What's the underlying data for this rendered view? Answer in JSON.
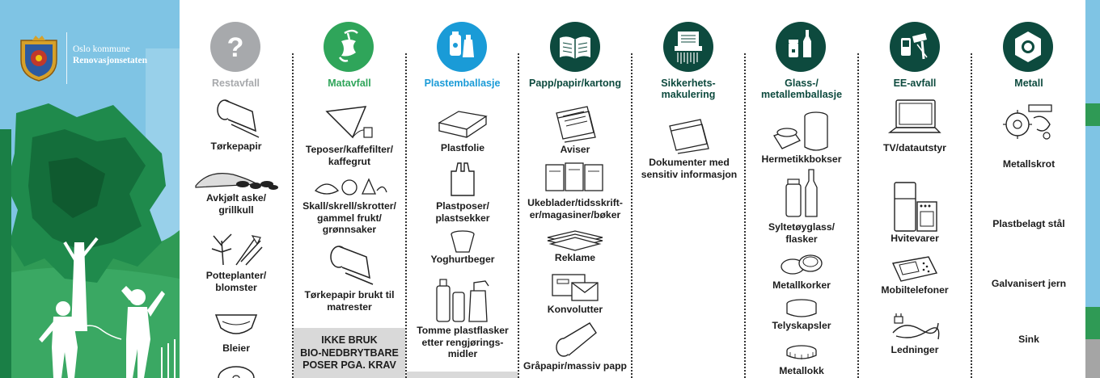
{
  "brand": {
    "line1": "Oslo kommune",
    "line2": "Renovasjonsetaten"
  },
  "colors": {
    "restavfall": "#a7a9ac",
    "matavfall": "#2fa55a",
    "plast": "#1a9bd7",
    "dark_green": "#0d4a3e",
    "sky": "#7fc4e4",
    "tree": "#1f8a4c"
  },
  "columns": [
    {
      "id": "restavfall",
      "title": "Restavfall",
      "icon": "question-mark-icon",
      "items": [
        "Tørkepapir",
        "Avkjølt aske/ grillkull",
        "Potteplanter/ blomster",
        "Bleier"
      ]
    },
    {
      "id": "matavfall",
      "title": "Matavfall",
      "icon": "apple-core-icon",
      "items": [
        "Teposer/kaffefilter/ kaffegrut",
        "Skall/skrell/skrotter/ gammel frukt/ grønnsaker",
        "Tørkepapir brukt til matrester"
      ],
      "notice": [
        "IKKE BRUK",
        "BIO-NEDBRYTBARE",
        "POSER PGA. KRAV"
      ]
    },
    {
      "id": "plastemballasje",
      "title": "Plastemballasje",
      "icon": "plastic-bottles-icon",
      "items": [
        "Plastfolie",
        "Plastposer/ plastsekker",
        "Yoghurtbeger",
        "Tomme plastflasker etter rengjørings- midler"
      ]
    },
    {
      "id": "papp",
      "title": "Papp/papir/kartong",
      "icon": "open-book-icon",
      "items": [
        "Aviser",
        "Ukeblader/tidsskrift- er/magasiner/bøker",
        "Reklame",
        "Konvolutter",
        "Gråpapir/massiv papp"
      ]
    },
    {
      "id": "sikkerhet",
      "title": "Sikkerhets- makulering",
      "icon": "shredder-icon",
      "items": [
        "Dokumenter med sensitiv informasjon"
      ]
    },
    {
      "id": "glass",
      "title": "Glass-/ metallemballasje",
      "icon": "jars-bottle-icon",
      "items": [
        "Hermetikkbokser",
        "Syltetøyglass/ flasker",
        "Metallkorker",
        "Telyskapsler",
        "Metallokk"
      ]
    },
    {
      "id": "ee",
      "title": "EE-avfall",
      "icon": "electronics-icon",
      "items": [
        "TV/datautstyr",
        "Hvitevarer",
        "Mobiltelefoner",
        "Ledninger"
      ]
    },
    {
      "id": "metall",
      "title": "Metall",
      "icon": "hex-nut-icon",
      "items": [
        "Metallskrot",
        "Plastbelagt stål",
        "Galvanisert jern",
        "Sink"
      ]
    }
  ]
}
